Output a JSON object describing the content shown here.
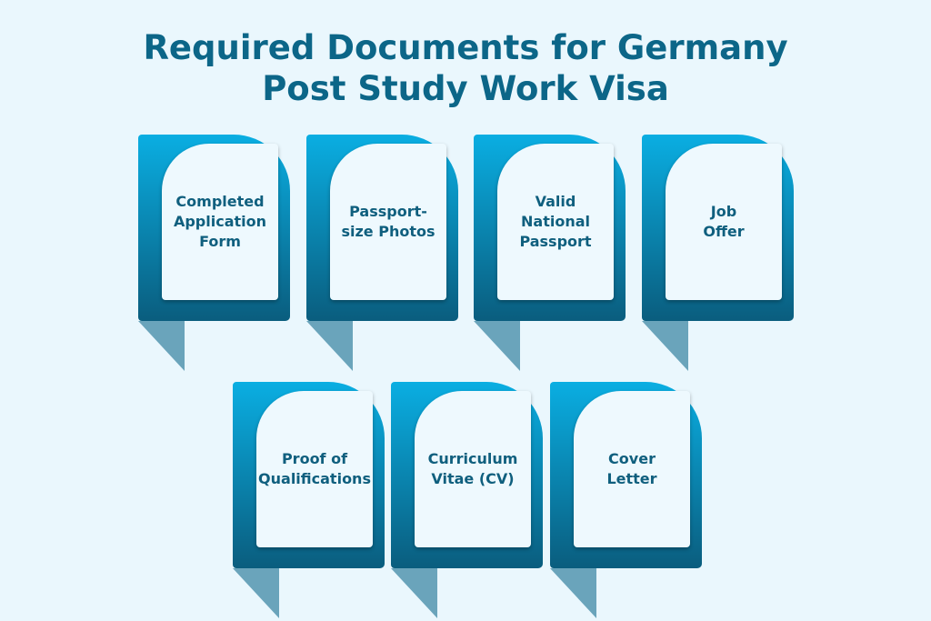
{
  "title": "Required Documents for Germany\nPost Study Work Visa",
  "title_lines": [
    "Required Documents for Germany",
    "Post Study Work Visa"
  ],
  "colors": {
    "background": "#eaf7fd",
    "block_top": "#0aaee2",
    "block_bottom": "#0a5d7e",
    "text": "#0f5f7e"
  },
  "documents": [
    {
      "label": "Completed\nApplication\nForm"
    },
    {
      "label": "Passport-\nsize Photos"
    },
    {
      "label": "Valid\nNational\nPassport"
    },
    {
      "label": "Job\nOffer"
    },
    {
      "label": "Proof of\nQualifications"
    },
    {
      "label": "Curriculum\nVitae (CV)"
    },
    {
      "label": "Cover\nLetter"
    }
  ]
}
